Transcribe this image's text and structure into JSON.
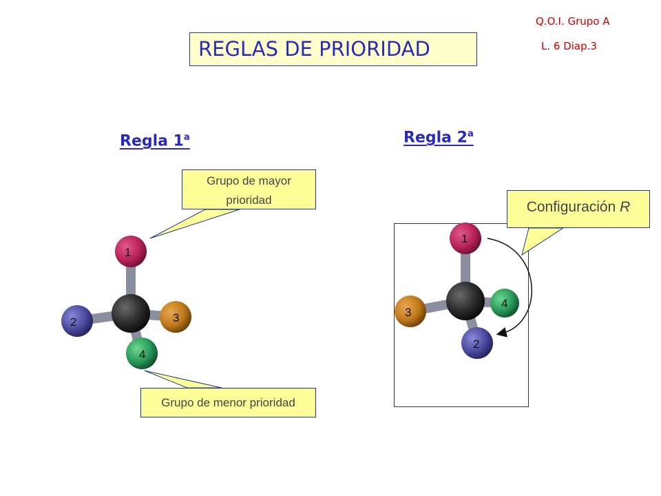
{
  "header": {
    "course": "Q.O.I. Grupo A",
    "slide": "L. 6 Diap.3",
    "title": "REGLAS DE PRIORIDAD"
  },
  "rule1": {
    "label": "Regla 1",
    "suffix": "a",
    "callout_high": "Grupo de mayor prioridad",
    "callout_low": "Grupo de menor prioridad",
    "atoms": [
      "1",
      "2",
      "3",
      "4"
    ]
  },
  "rule2": {
    "label": "Regla 2",
    "suffix": "a",
    "callout_config": "Configuración",
    "config_letter": "R",
    "atoms": [
      "1",
      "2",
      "3",
      "4"
    ]
  },
  "colors": {
    "title_text": "#2a2ab8",
    "header_text": "#cc0000",
    "callout_fill": "#ffff99",
    "title_fill": "#ffffcc",
    "atom_1": "#b8245a",
    "atom_2": "#4a4aa0",
    "atom_3": "#c07a1c",
    "atom_4": "#2a9a5a",
    "carbon": "#2a2a2a"
  }
}
